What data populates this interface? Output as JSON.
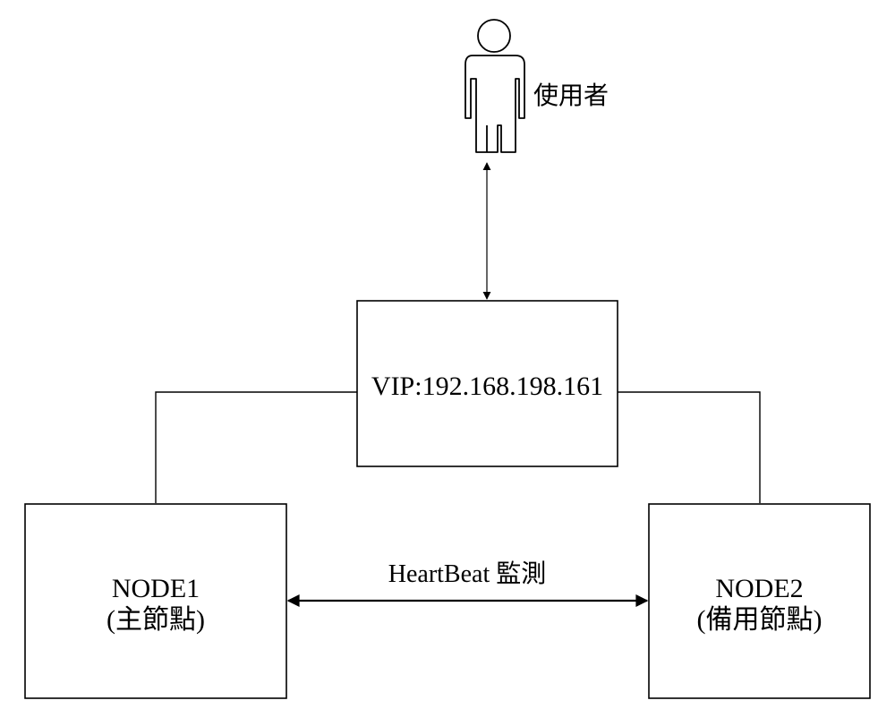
{
  "user": {
    "label": "使用者",
    "icon": "person-icon"
  },
  "vip": {
    "label": "VIP:192.168.198.161"
  },
  "node1": {
    "name": "NODE1",
    "role": "(主節點)"
  },
  "node2": {
    "name": "NODE2",
    "role": "(備用節點)"
  },
  "heartbeat": {
    "label": "HeartBeat 監測"
  }
}
